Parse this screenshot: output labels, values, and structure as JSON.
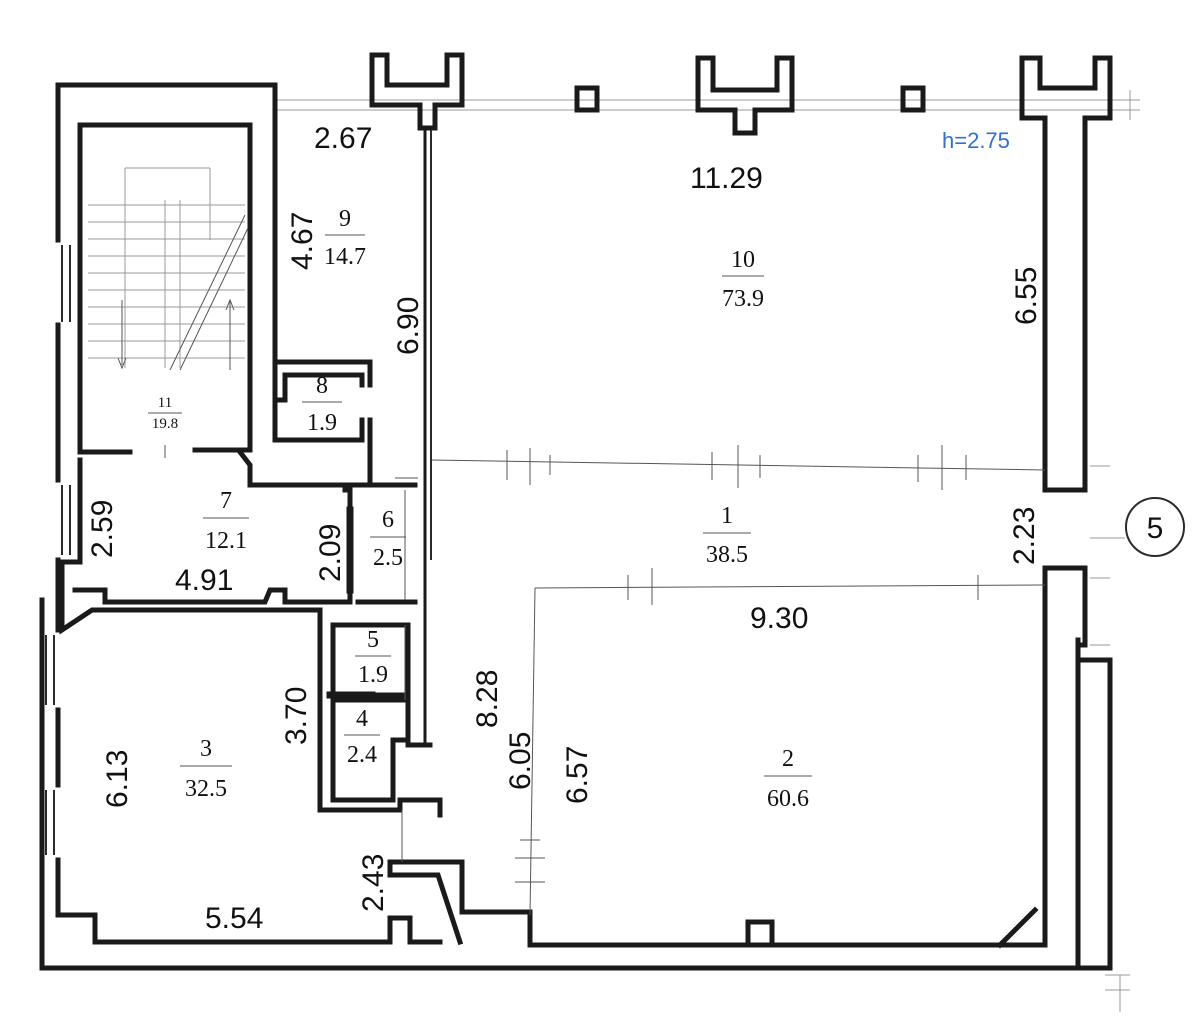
{
  "plan": {
    "ceiling_height": "h=2.75",
    "axis_marker": "5",
    "accent_color": "#2e6fd8",
    "rooms": [
      {
        "id": "room-1",
        "number": "1",
        "area": "38.5"
      },
      {
        "id": "room-2",
        "number": "2",
        "area": "60.6"
      },
      {
        "id": "room-3",
        "number": "3",
        "area": "32.5"
      },
      {
        "id": "room-4",
        "number": "4",
        "area": "2.4"
      },
      {
        "id": "room-5",
        "number": "5",
        "area": "1.9"
      },
      {
        "id": "room-6",
        "number": "6",
        "area": "2.5"
      },
      {
        "id": "room-7",
        "number": "7",
        "area": "12.1"
      },
      {
        "id": "room-8",
        "number": "8",
        "area": "1.9"
      },
      {
        "id": "room-9",
        "number": "9",
        "area": "14.7"
      },
      {
        "id": "room-10",
        "number": "10",
        "area": "73.9"
      },
      {
        "id": "room-11",
        "number": "11",
        "area": "19.8"
      }
    ],
    "dimensions": [
      "2.67",
      "11.29",
      "4.67",
      "6.90",
      "6.55",
      "2.59",
      "4.91",
      "2.09",
      "2.23",
      "9.30",
      "3.70",
      "8.28",
      "6.05",
      "6.57",
      "6.13",
      "2.43",
      "5.54"
    ]
  }
}
